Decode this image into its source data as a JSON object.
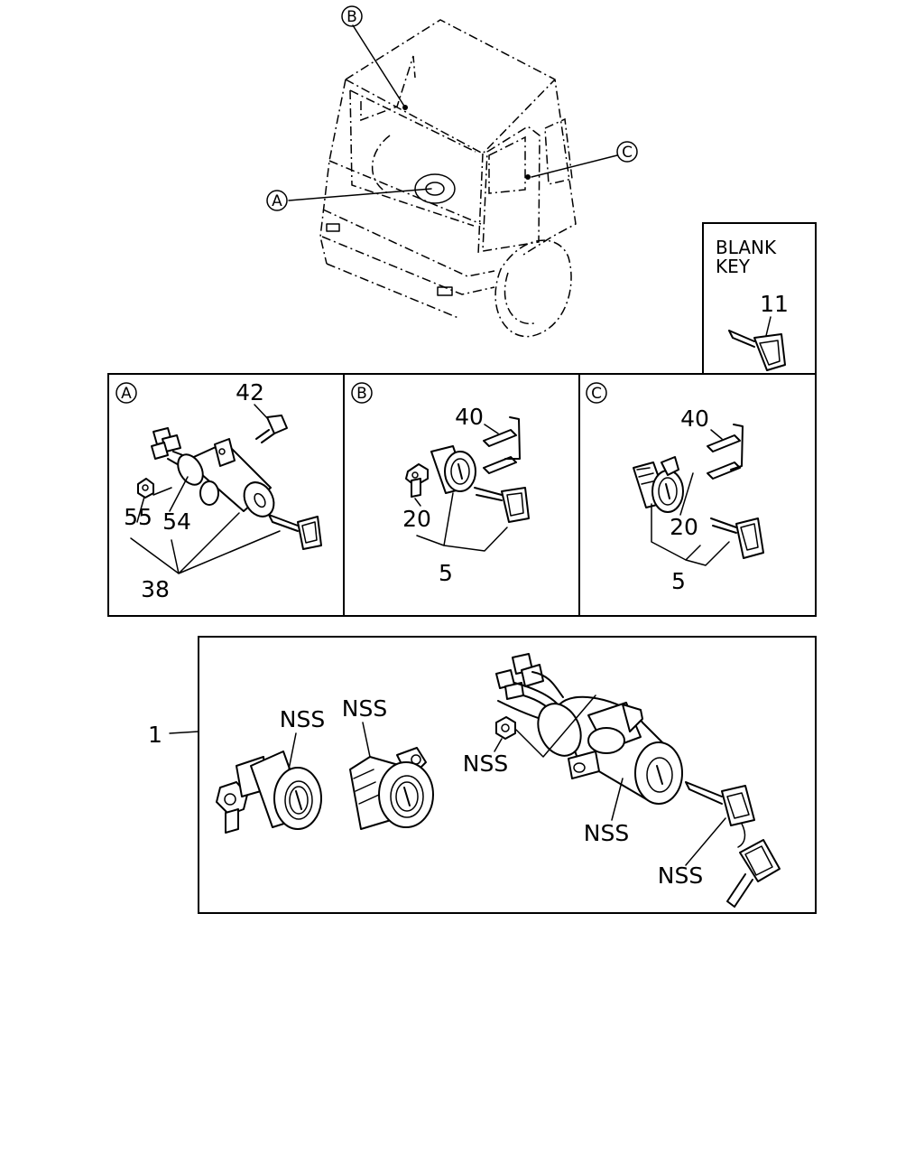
{
  "diagram": {
    "view_markers": {
      "a": "A",
      "b": "B",
      "c": "C"
    },
    "blank_key": {
      "title_line1": "BLANK",
      "title_line2": "KEY",
      "part": "11"
    },
    "panel_a": {
      "marker": "A",
      "parts": {
        "bolt": "42",
        "nut": "55",
        "switch": "54",
        "set": "38"
      }
    },
    "panel_b": {
      "marker": "B",
      "parts": {
        "clip": "40",
        "cylinder": "20",
        "set": "5"
      }
    },
    "panel_c": {
      "marker": "C",
      "parts": {
        "clip": "40",
        "cylinder": "20",
        "set": "5"
      }
    },
    "assembly": {
      "item": "1",
      "labels": {
        "door_left": "NSS",
        "door_right": "NSS",
        "nut": "NSS",
        "switch": "NSS",
        "keys": "NSS"
      }
    }
  }
}
